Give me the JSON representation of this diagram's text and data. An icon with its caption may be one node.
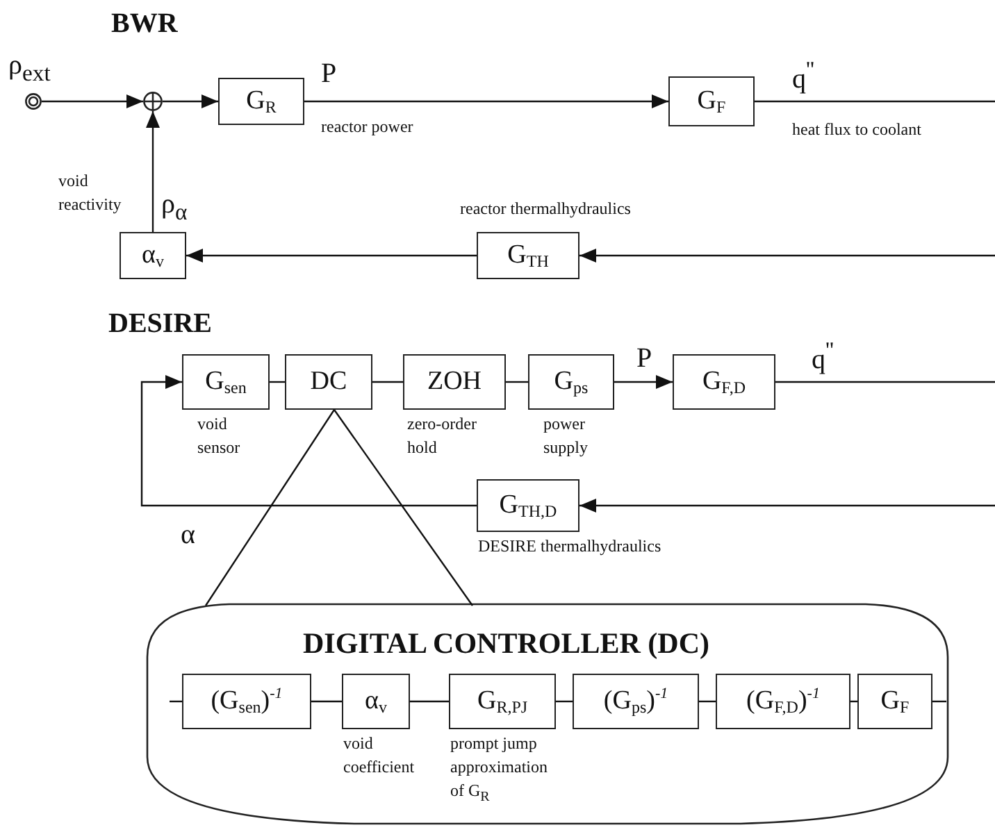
{
  "diagram": {
    "nodes": [
      {
        "text": [],
        "shape": "circle",
        "beside": [
          "ρ$_{ext}$"
        ]
      },
      {
        "text": [],
        "shape": "circle"
      },
      {
        "text": [
          "G$_{R}$"
        ]
      },
      {
        "text": [
          "G$_{F}$"
        ]
      },
      {
        "text": [
          "G$_{TH}$"
        ],
        "beside": [
          "reactor thermalhydraulics"
        ]
      },
      {
        "text": [
          "α$_{v}$"
        ]
      },
      {
        "text": [
          "G$_{sen}$"
        ],
        "beside": [
          "void sensor"
        ]
      },
      {
        "text": [
          "DC"
        ]
      },
      {
        "text": [
          "ZOH"
        ],
        "beside": [
          "zero-order hold"
        ]
      },
      {
        "text": [
          "G$_{ps}$"
        ],
        "beside": [
          "power supply"
        ]
      },
      {
        "text": [
          "G$_{F,D}$"
        ]
      },
      {
        "text": [
          "G$_{TH,D}$"
        ],
        "beside": [
          "DESIRE thermalhydraulics"
        ]
      },
      {
        "text": [
          "DIGITAL CONTROLLER (DC)"
        ]
      },
      {
        "text": [
          "(G$_{sen}$)$^{-1}$"
        ],
        "in": 12
      },
      {
        "text": [
          "α$_{v}$"
        ],
        "in": 12,
        "beside": [
          "void coefficient"
        ]
      },
      {
        "text": [
          "G$_{R,PJ}$"
        ],
        "in": 12,
        "beside": [
          "prompt jump approximation of G$_{R}$"
        ]
      },
      {
        "text": [
          "(G$_{ps}$)$^{-1}$"
        ],
        "in": 12
      },
      {
        "text": [
          "(G$_{F,D}$)$^{-1}$"
        ],
        "in": 12
      },
      {
        "text": [
          "G$_{F}$"
        ],
        "in": 12
      }
    ],
    "edges": [
      {
        "from": 0,
        "to": 1,
        "arrow": "to"
      },
      {
        "from": 1,
        "to": 2,
        "arrow": "to"
      },
      {
        "from": 2,
        "to": 3,
        "arrow": "to"
      },
      {
        "from": 3,
        "to": null,
        "arrow": "none"
      },
      {
        "from": null,
        "to": 4,
        "arrow": "to"
      },
      {
        "from": 4,
        "to": 5,
        "arrow": "to"
      },
      {
        "from": 5,
        "to": 1,
        "arrow": "to"
      },
      {
        "from": 6,
        "to": 7,
        "arrow": "none"
      },
      {
        "from": 7,
        "to": 8,
        "arrow": "none"
      },
      {
        "from": 8,
        "to": 9,
        "arrow": "none"
      },
      {
        "from": 9,
        "to": 10,
        "arrow": "to"
      },
      {
        "from": 10,
        "to": null,
        "arrow": "none"
      },
      {
        "from": null,
        "to": 11,
        "arrow": "to"
      },
      {
        "from": 11,
        "to": 6,
        "arrow": "to"
      },
      {
        "from": 7,
        "to": 12,
        "arrow": "none"
      },
      {
        "from": null,
        "to": 13,
        "arrow": "none"
      },
      {
        "from": 13,
        "to": 14,
        "arrow": "none"
      },
      {
        "from": 14,
        "to": 15,
        "arrow": "none"
      },
      {
        "from": 15,
        "to": 16,
        "arrow": "none"
      },
      {
        "from": 16,
        "to": 17,
        "arrow": "none"
      },
      {
        "from": 17,
        "to": 18,
        "arrow": "none"
      },
      {
        "from": 18,
        "to": null,
        "arrow": "none"
      }
    ],
    "labels": [
      "BWR",
      "P",
      "reactor power",
      "q$^{''}$",
      "heat flux to coolant",
      "void reactivity",
      "ρ$_{α}$",
      "DESIRE",
      "P",
      "q$^{''}$",
      "α"
    ]
  }
}
